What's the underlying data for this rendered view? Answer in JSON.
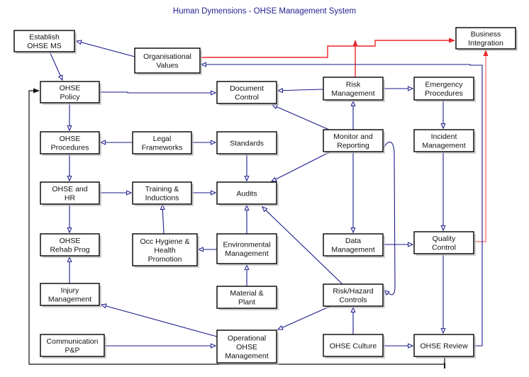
{
  "title": "Human Dymensions -  OHSE Management System",
  "colors": {
    "flow": "#1a1a8c",
    "integration": "#e8272a",
    "feedback": "#111111",
    "title": "#1f1f8f"
  },
  "nodes": [
    {
      "id": "establish",
      "lines": [
        "Establish",
        "OHSE MS"
      ]
    },
    {
      "id": "org-values",
      "lines": [
        "Organisational",
        "Values"
      ]
    },
    {
      "id": "business",
      "lines": [
        "Business",
        "Integration"
      ]
    },
    {
      "id": "policy",
      "lines": [
        "OHSE",
        "Policy"
      ]
    },
    {
      "id": "doc-control",
      "lines": [
        "Document",
        "Control"
      ]
    },
    {
      "id": "risk-mgmt",
      "lines": [
        "Risk",
        "Management"
      ]
    },
    {
      "id": "emergency",
      "lines": [
        "Emergency",
        "Procedures"
      ]
    },
    {
      "id": "procedures",
      "lines": [
        "OHSE",
        "Procedures"
      ]
    },
    {
      "id": "legal",
      "lines": [
        "Legal",
        "Frameworks"
      ]
    },
    {
      "id": "standards",
      "lines": [
        "Standards"
      ]
    },
    {
      "id": "monitor",
      "lines": [
        "Monitor and",
        "Reporting"
      ]
    },
    {
      "id": "incident",
      "lines": [
        "Incident",
        "Management"
      ]
    },
    {
      "id": "hr",
      "lines": [
        "OHSE  and",
        "HR"
      ]
    },
    {
      "id": "training",
      "lines": [
        "Training &",
        "Inductions"
      ]
    },
    {
      "id": "audits",
      "lines": [
        "Audits"
      ]
    },
    {
      "id": "rehab",
      "lines": [
        "OHSE",
        "Rehab Prog"
      ]
    },
    {
      "id": "occ-hygiene",
      "lines": [
        "Occ Hygiene &",
        "Health",
        "Promotion"
      ]
    },
    {
      "id": "environmental",
      "lines": [
        "Environmental",
        "Management"
      ]
    },
    {
      "id": "data-mgmt",
      "lines": [
        "Data",
        "Management"
      ]
    },
    {
      "id": "quality",
      "lines": [
        "Quality",
        "Control"
      ]
    },
    {
      "id": "injury",
      "lines": [
        "Injury",
        "Management"
      ]
    },
    {
      "id": "material",
      "lines": [
        "Material &",
        "Plant"
      ]
    },
    {
      "id": "risk-hazard",
      "lines": [
        "Risk/Hazard",
        "Controls"
      ]
    },
    {
      "id": "communication",
      "lines": [
        "Communication",
        "P&P"
      ]
    },
    {
      "id": "operational",
      "lines": [
        "Operational",
        "OHSE",
        "Management"
      ]
    },
    {
      "id": "culture",
      "lines": [
        "OHSE  Culture"
      ]
    },
    {
      "id": "review",
      "lines": [
        "OHSE Review"
      ]
    }
  ],
  "edges": [
    {
      "from": "org-values",
      "to": "establish",
      "style": "flow"
    },
    {
      "from": "establish",
      "to": "policy",
      "style": "flow"
    },
    {
      "from": "org-values",
      "to": "business",
      "style": "integration"
    },
    {
      "from": "risk-mgmt",
      "to": "business",
      "style": "integration"
    },
    {
      "from": "quality",
      "to": "business",
      "style": "integration"
    },
    {
      "from": "review",
      "to": "org-values",
      "style": "flow"
    },
    {
      "from": "policy",
      "to": "doc-control",
      "style": "flow"
    },
    {
      "from": "policy",
      "to": "procedures",
      "style": "flow"
    },
    {
      "from": "risk-mgmt",
      "to": "doc-control",
      "style": "flow"
    },
    {
      "from": "risk-mgmt",
      "to": "emergency",
      "style": "flow"
    },
    {
      "from": "monitor",
      "to": "doc-control",
      "style": "flow"
    },
    {
      "from": "monitor",
      "to": "risk-mgmt",
      "style": "flow"
    },
    {
      "from": "monitor",
      "to": "audits",
      "style": "flow"
    },
    {
      "from": "monitor",
      "to": "data-mgmt",
      "style": "flow"
    },
    {
      "from": "monitor",
      "to": "risk-hazard",
      "style": "flow"
    },
    {
      "from": "emergency",
      "to": "incident",
      "style": "flow"
    },
    {
      "from": "incident",
      "to": "quality",
      "style": "flow"
    },
    {
      "from": "legal",
      "to": "procedures",
      "style": "flow"
    },
    {
      "from": "legal",
      "to": "standards",
      "style": "flow"
    },
    {
      "from": "standards",
      "to": "audits",
      "style": "flow"
    },
    {
      "from": "procedures",
      "to": "hr",
      "style": "flow"
    },
    {
      "from": "hr",
      "to": "training",
      "style": "flow"
    },
    {
      "from": "hr",
      "to": "rehab",
      "style": "flow"
    },
    {
      "from": "training",
      "to": "audits",
      "style": "flow"
    },
    {
      "from": "occ-hygiene",
      "to": "training",
      "style": "flow"
    },
    {
      "from": "environmental",
      "to": "occ-hygiene",
      "style": "flow"
    },
    {
      "from": "environmental",
      "to": "audits",
      "style": "flow"
    },
    {
      "from": "risk-hazard",
      "to": "audits",
      "style": "flow"
    },
    {
      "from": "material",
      "to": "environmental",
      "style": "flow"
    },
    {
      "from": "data-mgmt",
      "to": "quality",
      "style": "flow"
    },
    {
      "from": "quality",
      "to": "review",
      "style": "flow"
    },
    {
      "from": "injury",
      "to": "rehab",
      "style": "flow"
    },
    {
      "from": "operational",
      "to": "injury",
      "style": "flow"
    },
    {
      "from": "risk-hazard",
      "to": "operational",
      "style": "flow"
    },
    {
      "from": "communication",
      "to": "operational",
      "style": "flow"
    },
    {
      "from": "culture",
      "to": "risk-hazard",
      "style": "flow"
    },
    {
      "from": "culture",
      "to": "review",
      "style": "flow"
    },
    {
      "from": "review",
      "to": "policy",
      "style": "feedback"
    }
  ]
}
